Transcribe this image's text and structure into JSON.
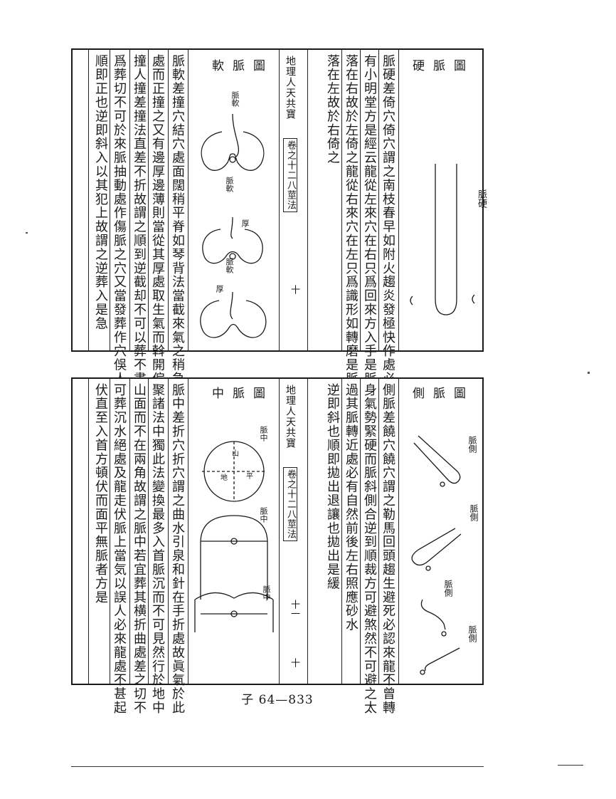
{
  "top_panel": {
    "right_page": {
      "fig_title": "硬脈圖",
      "fig_label": "脈硬",
      "columns": [
        "脈硬差倚穴倚穴謂之南枝春早如附火趨炎發極快作處必",
        "有小明堂方是經云龍從左來穴在右只爲回來方入手是脈",
        "落在右故於左倚之龍從右來穴在左只爲識形如轉磨是脈",
        "落在左故於右倚之"
      ]
    },
    "spine": {
      "title": "地理人天共寶",
      "volume": "卷之十二八莖法",
      "number": "十"
    },
    "left_page": {
      "fig_title": "軟脈圖",
      "fig_labels": [
        "脈軟",
        "脈軟",
        "脈軟"
      ],
      "fig_sublabels": [
        "厚",
        "厚"
      ],
      "columns": [
        "脈軟差撞穴結穴處面闊稍平脊如琴背法當截來氣之稍急",
        "處而正撞之又有邊厚邊薄則當從其厚處取生氣而斡開偏",
        "撞人撞差撞法直差不折故謂之順到逆截却不可以葬不書",
        "爲葬切不可於來脈抽動處作傷脈之穴又當發葬作穴俁人",
        "順即正也逆即斜入以其犯上故謂之逆葬入是急"
      ]
    }
  },
  "bottom_panel": {
    "right_page": {
      "fig_title": "側脈圖",
      "fig_labels": [
        "脈側",
        "脈側",
        "脈側",
        "脈側"
      ],
      "columns": [
        "側脈差饒穴饒穴謂之勒馬回頭趨生避死必認來龍不曾轉",
        "身氣勢緊硬而脈斜側合逆到順裁方可避煞然不可避之太",
        "過其脈轉近處必有自然前後左右照應砂水",
        "逆即斜也順即拋出退讓也拋出是緩"
      ]
    },
    "spine": {
      "title": "地理人天共寶",
      "volume": "卷之十二八莖法",
      "number": "十一",
      "number2": "十"
    },
    "left_page": {
      "fig_title": "中脈圖",
      "fig_labels": [
        "脈中",
        "脈中",
        "脈中"
      ],
      "ring_labels": [
        "山",
        "平",
        "地"
      ],
      "columns": [
        "脈中差折穴折穴謂之曲水引泉和針在手折處故眞氣於此",
        "聚諸法中獨此法變換最多入首脈沉而不可見然行於地中",
        "山面而不在兩角故謂之脈中若宜葬其横折曲處差之切不",
        "可葬沉水絕處及龍走伏脈上當気以誤人必來龍處不甚起",
        "伏直至入首方頓伏而面平無脈者方是"
      ]
    }
  },
  "footer": {
    "page_number": "子 64—833"
  }
}
